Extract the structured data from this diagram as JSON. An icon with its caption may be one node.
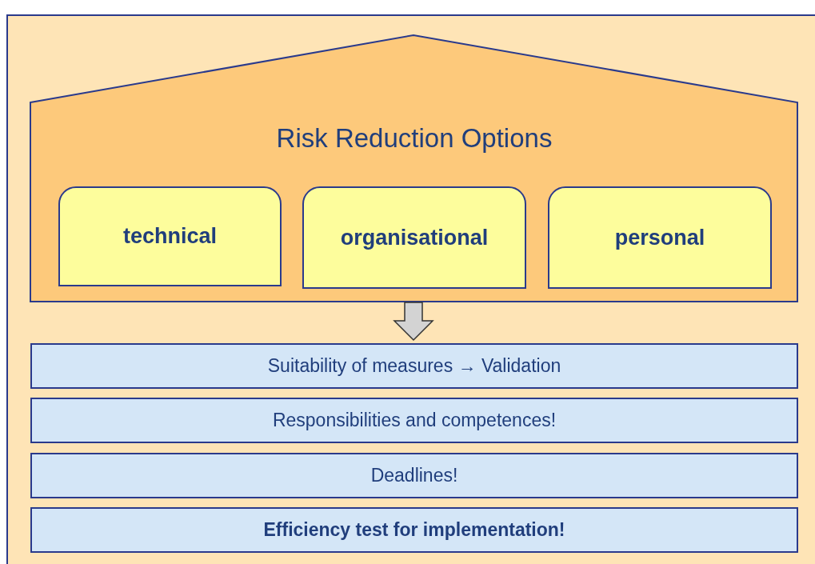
{
  "diagram": {
    "nodes": [
      {
        "text": [
          "Risk Reduction Options"
        ]
      },
      {
        "text": [
          "technical"
        ],
        "in": 0
      },
      {
        "text": [
          "organisational"
        ],
        "in": 0
      },
      {
        "text": [
          "personal"
        ],
        "in": 0
      },
      {
        "text": [
          "Suitability of measures → Validation"
        ]
      },
      {
        "text": [
          "Responsibilities and competences!"
        ]
      },
      {
        "text": [
          "Deadlines!"
        ]
      },
      {
        "text": [
          "Efficiency test for implementation!"
        ]
      }
    ],
    "edges": [
      {
        "from": 0,
        "to": 4,
        "arrow": "to",
        "style": "thick"
      }
    ]
  }
}
